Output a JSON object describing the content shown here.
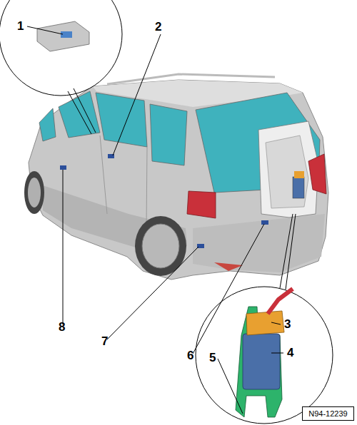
{
  "diagram": {
    "nodes": [
      {
        "text": [
          "N94-12239"
        ]
      }
    ],
    "labels": [
      "1",
      "2",
      "3",
      "4",
      "5",
      "6",
      "7",
      "8"
    ]
  }
}
